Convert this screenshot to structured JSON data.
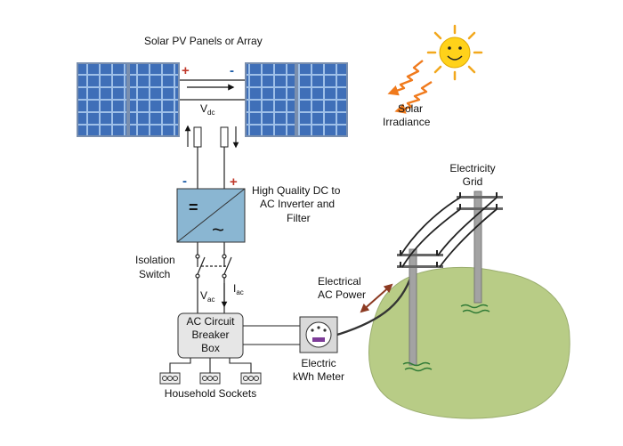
{
  "labels": {
    "pv_array": "Solar PV Panels or Array",
    "irradiance_line1": "Solar",
    "irradiance_line2": "Irradiance",
    "vdc_main": "V",
    "vdc_sub": "dc",
    "inverter_line1": "High Quality DC to",
    "inverter_line2": "AC Inverter and",
    "inverter_line3": "Filter",
    "isolation_line1": "Isolation",
    "isolation_line2": "Switch",
    "vac_main": "V",
    "vac_sub": "ac",
    "iac_main": "I",
    "iac_sub": "ac",
    "breaker_line1": "AC Circuit",
    "breaker_line2": "Breaker",
    "breaker_line3": "Box",
    "sockets": "Household Sockets",
    "meter_line1": "Electric",
    "meter_line2": "kWh Meter",
    "ac_power_line1": "Electrical",
    "ac_power_line2": "AC Power",
    "grid_line1": "Electricity",
    "grid_line2": "Grid"
  },
  "polarity": {
    "plus": "+",
    "minus": "-"
  },
  "inverter_symbols": {
    "dc": "=",
    "ac": "~"
  },
  "colors": {
    "panel_cell": "#3f6fb8",
    "panel_frame": "#7a8fae",
    "inverter": "#8ab6d2",
    "plus_sign": "#c0392b",
    "minus_sign": "#1a5aa6",
    "sun": "#ffd21a",
    "sun_rays": "#f2a81d",
    "irradiance_arrows": "#f07a1c",
    "ground": "#b8cc86",
    "pole": "#a3a3a3",
    "power_arrow": "#8c3a22",
    "grass": "#2f7a35"
  },
  "icons": {
    "sun": "smiling-sun-icon",
    "meter": "kwh-meter-icon",
    "socket": "power-socket-icon"
  }
}
